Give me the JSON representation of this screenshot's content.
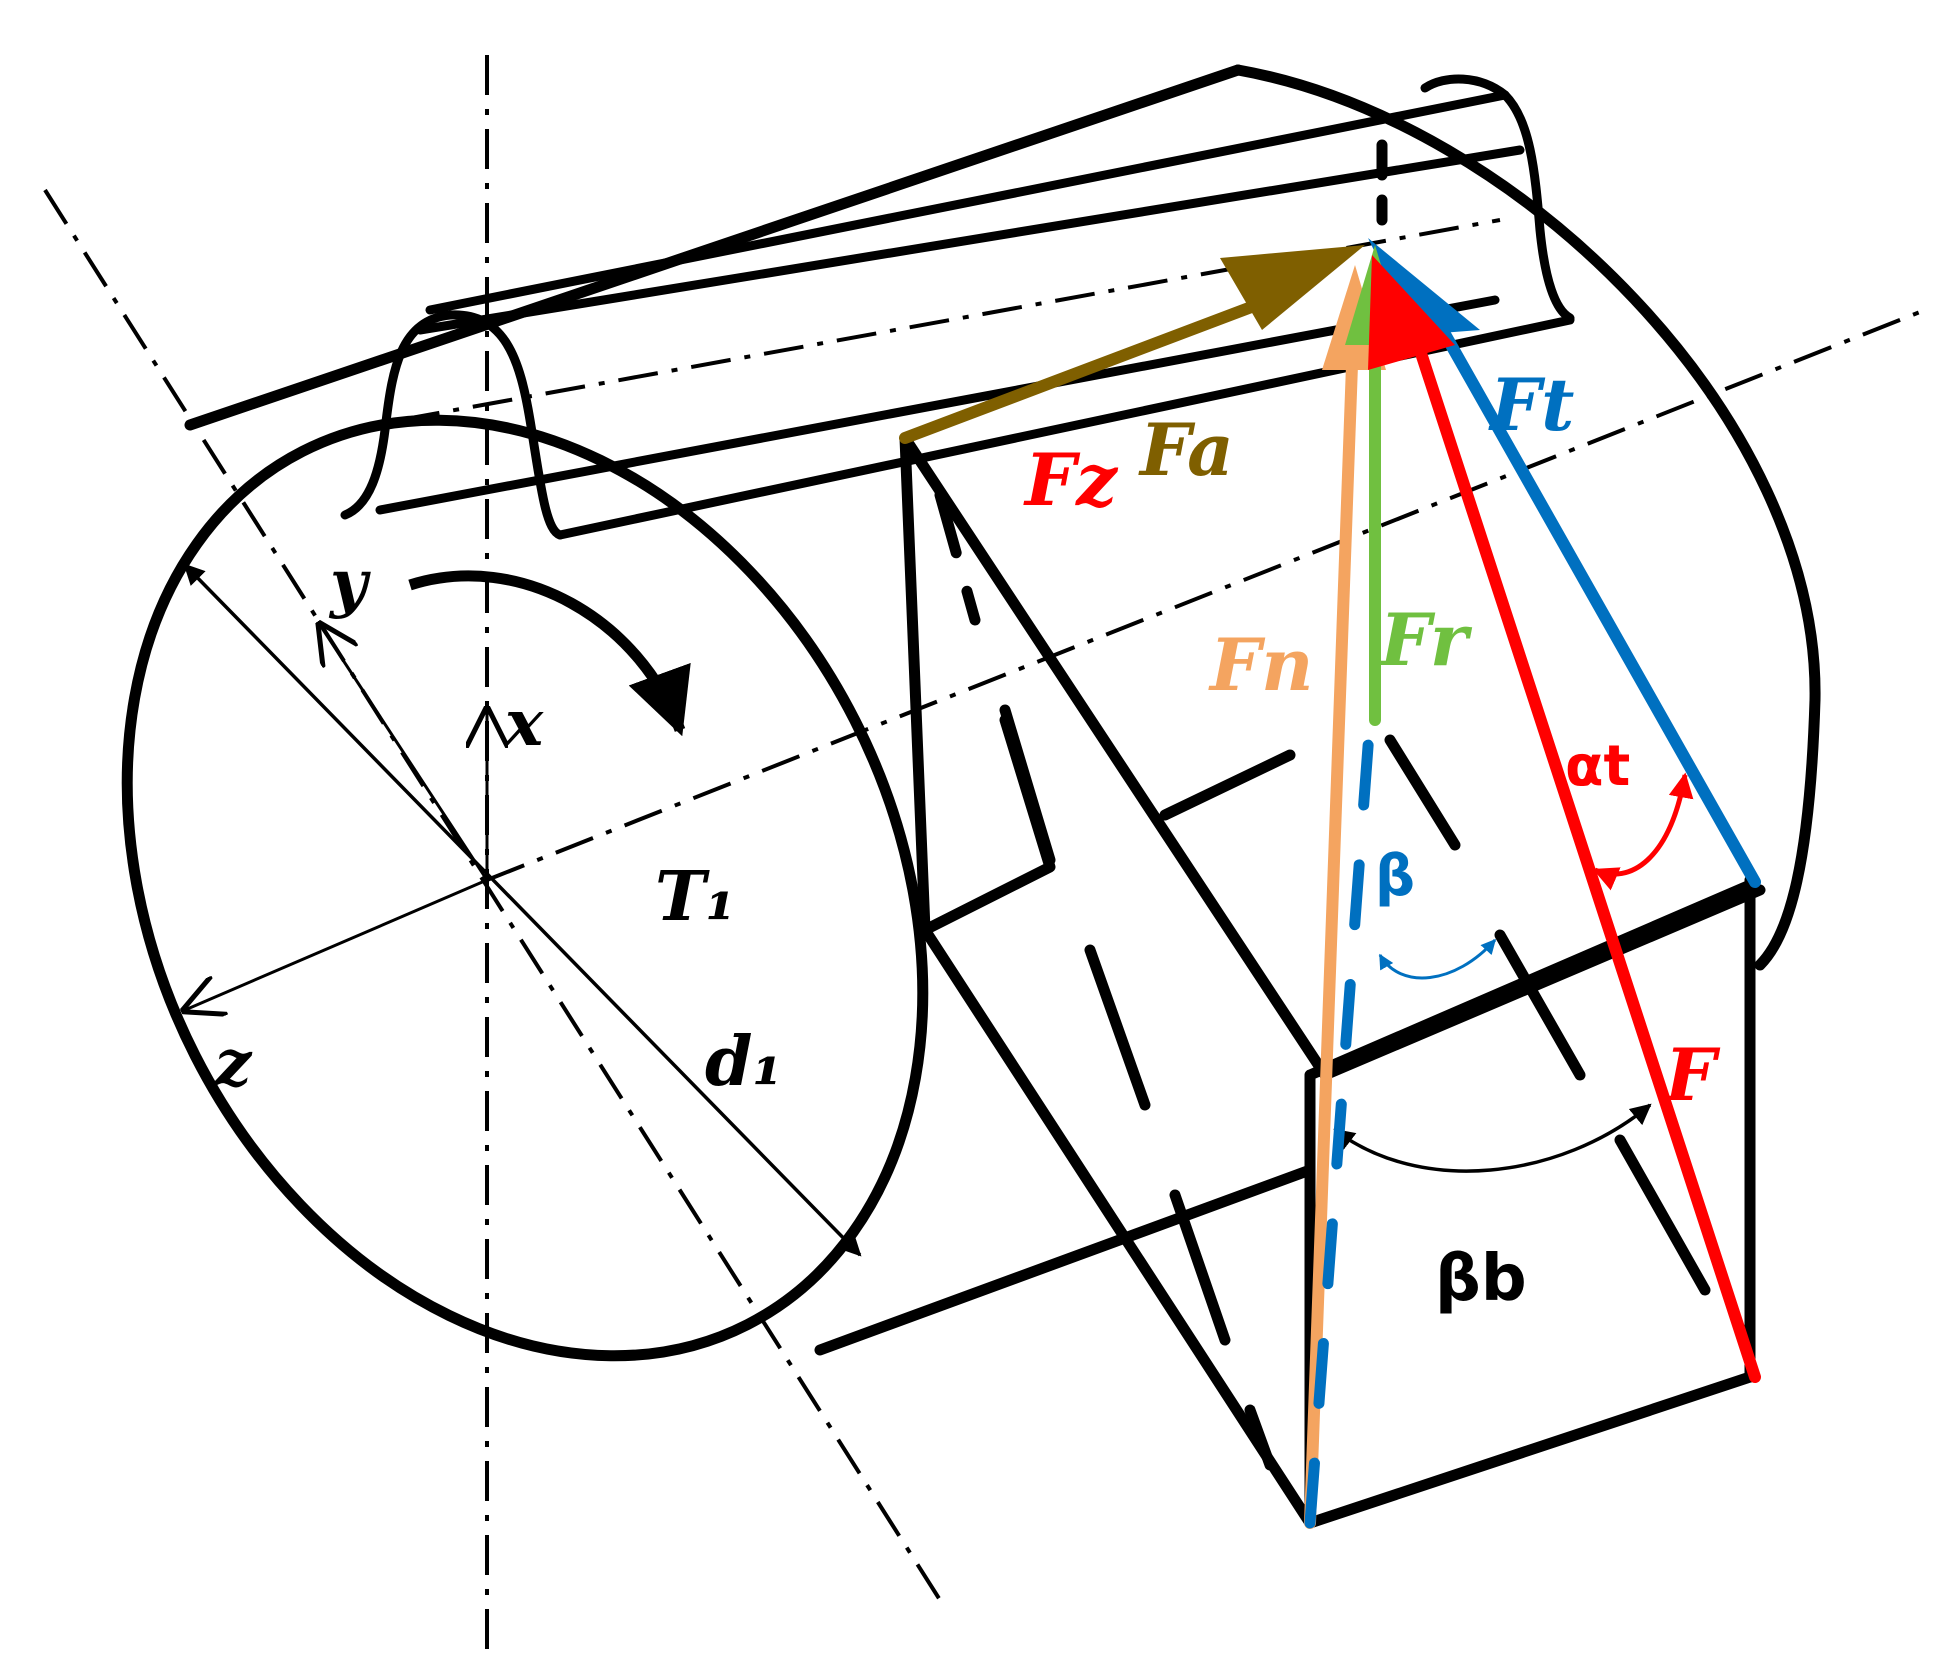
{
  "labels": {
    "fz": "Fz",
    "fa": "Fa",
    "ft": "Ft",
    "fn": "Fn",
    "fr": "Fr",
    "alpha_t": "αt",
    "beta": "β",
    "f": "F",
    "beta_b": "βb",
    "y": "y",
    "x": "x",
    "z": "z",
    "t1": "T₁",
    "d1": "d₁"
  },
  "colors": {
    "ink": "#000000",
    "fa": "#7f5f00",
    "fz": "#ff0000",
    "ft": "#0070c0",
    "fn": "#f4a460",
    "fr": "#70c040",
    "alpha_t": "#ff0000",
    "beta": "#0070c0"
  }
}
